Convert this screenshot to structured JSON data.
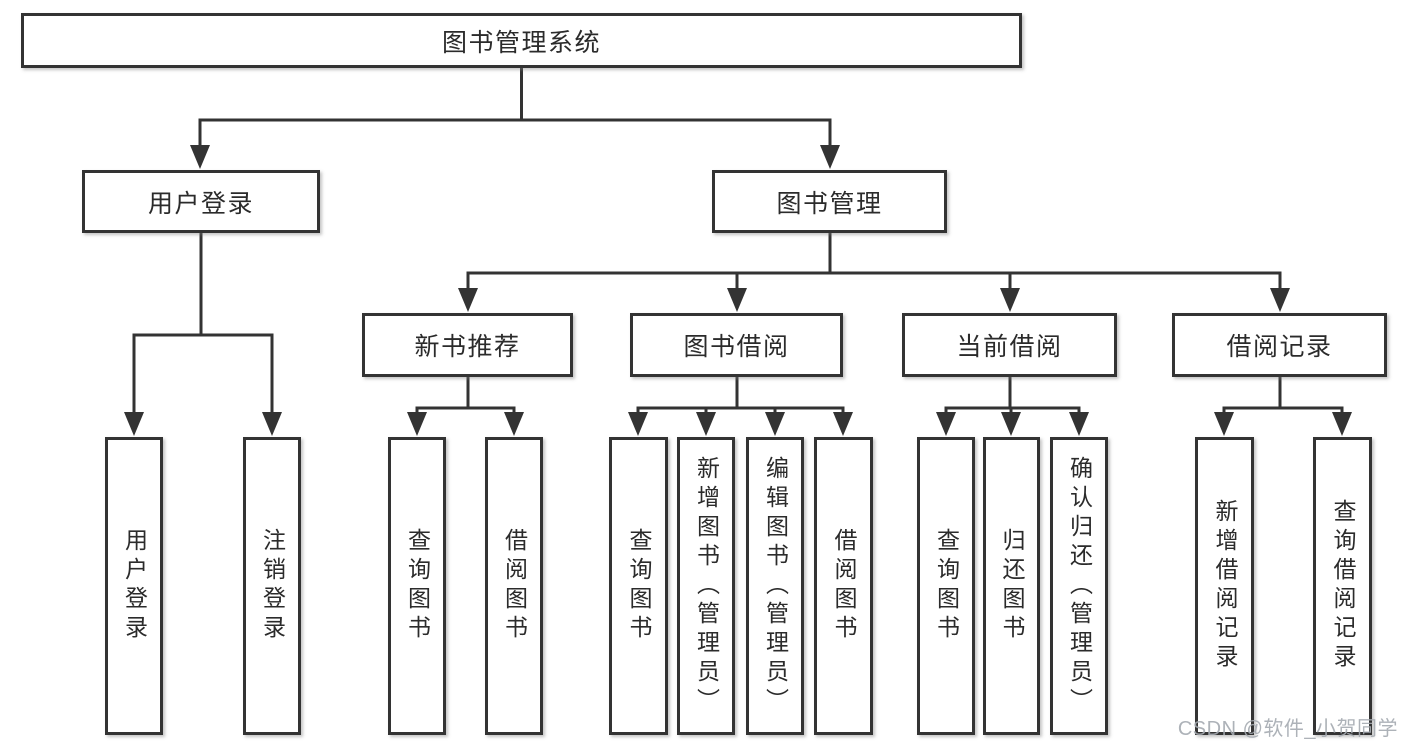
{
  "tree": {
    "root": {
      "label": "图书管理系统",
      "children": [
        {
          "label": "用户登录",
          "children": [
            {
              "label": "用户登录"
            },
            {
              "label": "注销登录"
            }
          ]
        },
        {
          "label": "图书管理",
          "children": [
            {
              "label": "新书推荐",
              "children": [
                {
                  "label": "查询图书"
                },
                {
                  "label": "借阅图书"
                }
              ]
            },
            {
              "label": "图书借阅",
              "children": [
                {
                  "label": "查询图书"
                },
                {
                  "label": "新增图书（管理员）"
                },
                {
                  "label": "编辑图书（管理员）"
                },
                {
                  "label": "借阅图书"
                }
              ]
            },
            {
              "label": "当前借阅",
              "children": [
                {
                  "label": "查询图书"
                },
                {
                  "label": "归还图书"
                },
                {
                  "label": "确认归还（管理员）"
                }
              ]
            },
            {
              "label": "借阅记录",
              "children": [
                {
                  "label": "新增借阅记录"
                },
                {
                  "label": "查询借阅记录"
                }
              ]
            }
          ]
        }
      ]
    }
  },
  "watermark": {
    "text": "CSDN @软件_小贺同学"
  },
  "colors": {
    "line": "#333333",
    "box_border": "#333333",
    "text": "#2b2b2b",
    "watermark": "#a4aab0",
    "background": "#ffffff"
  }
}
